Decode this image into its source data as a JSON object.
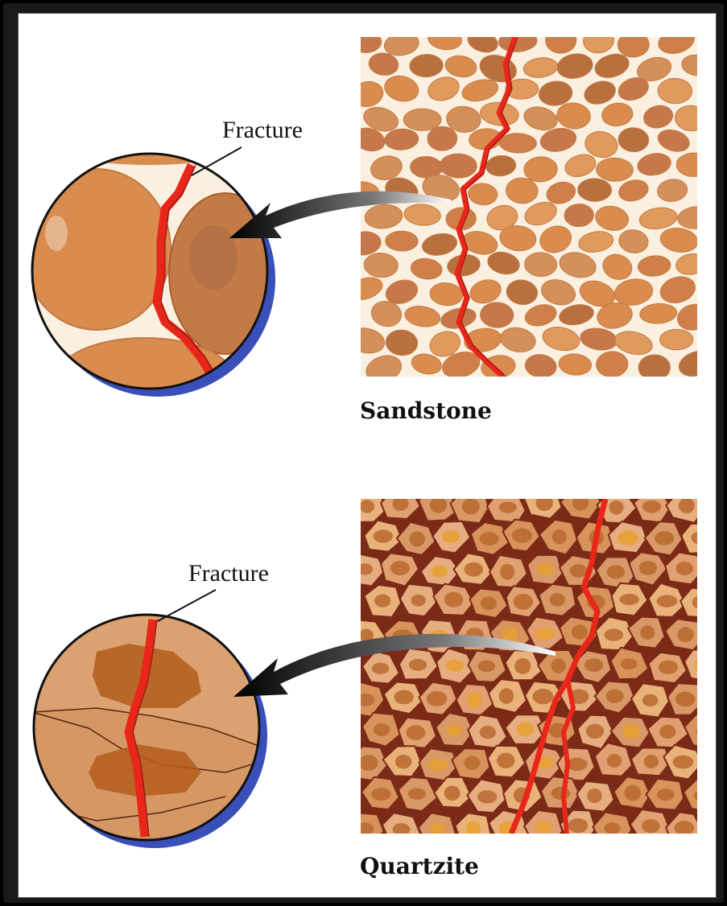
{
  "panels": [
    {
      "id": "sandstone",
      "rock_name": "Sandstone",
      "callout": "Fracture"
    },
    {
      "id": "quartzite",
      "rock_name": "Quartzite",
      "callout": "Fracture"
    }
  ],
  "colors": {
    "grain": "#d98c4e",
    "grain_dark": "#b86a36",
    "matrix": "#fbefdf",
    "fracture": "#e8261a",
    "arrow": "#111111",
    "shadow": "#3a4fb8"
  }
}
